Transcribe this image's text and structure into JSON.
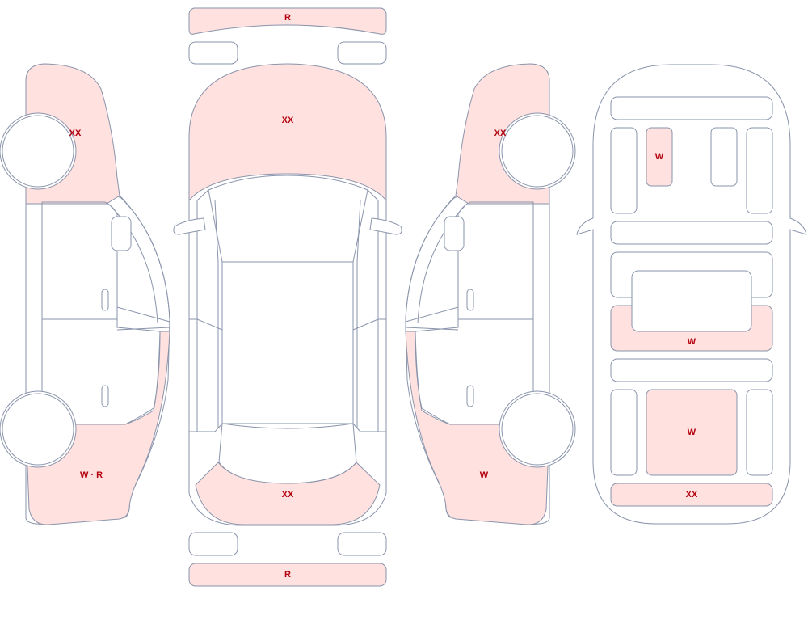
{
  "colors": {
    "damage_fill": "#ffe1df",
    "outline": "#8a94ab",
    "label_text": "#b3000e",
    "background": "#ffffff"
  },
  "views": {
    "left_side": {
      "fender_code": "XX",
      "rear_quarter_code": "W · R"
    },
    "top": {
      "front_bumper_code": "R",
      "hood_code": "XX",
      "trunk_code": "XX",
      "rear_bumper_code": "R"
    },
    "right_side": {
      "fender_code": "XX",
      "rear_quarter_code": "W"
    },
    "interior": {
      "front_seat_code": "W",
      "middle_area_code": "W",
      "rear_seat_code": "W",
      "cargo_code": "XX"
    }
  }
}
